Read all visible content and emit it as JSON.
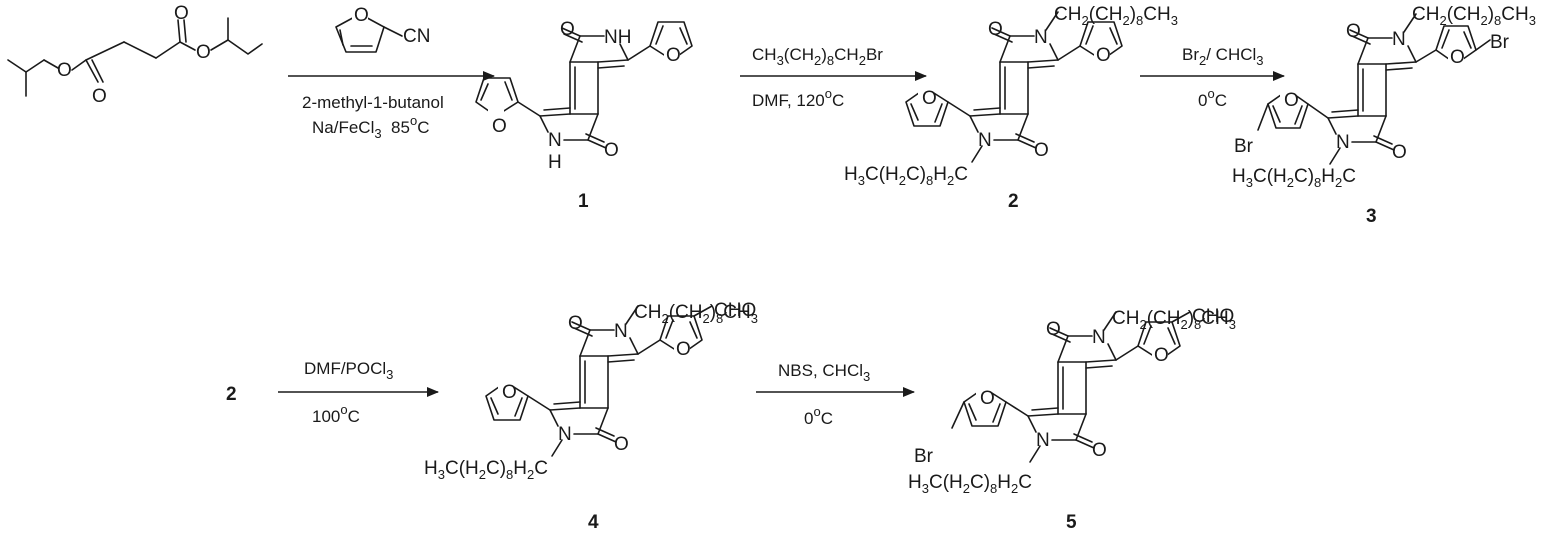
{
  "compounds": {
    "c1": {
      "number": "1",
      "atoms": {
        "o_top": "O",
        "nh_top": "NH",
        "nh_bot_n": "N",
        "nh_bot_h": "H",
        "o_bot": "O",
        "fur_o_left": "O",
        "fur_o_right": "O"
      }
    },
    "c2": {
      "number": "2",
      "atoms": {
        "o_top": "O",
        "n_top": "N",
        "n_bot": "N",
        "o_bot": "O",
        "fur_o_left": "O",
        "fur_o_right": "O"
      }
    },
    "c3": {
      "number": "3",
      "atoms": {
        "o_top": "O",
        "n_top": "N",
        "n_bot": "N",
        "o_bot": "O",
        "fur_o_left": "O",
        "fur_o_right": "O",
        "br_left": "Br",
        "br_right": "Br"
      }
    },
    "c4": {
      "number": "4",
      "atoms": {
        "o_top": "O",
        "n_top": "N",
        "n_bot": "N",
        "o_bot": "O",
        "fur_o_left": "O",
        "fur_o_right": "O",
        "cho": "CHO"
      }
    },
    "c5": {
      "number": "5",
      "atoms": {
        "o_top": "O",
        "n_top": "N",
        "n_bot": "N",
        "o_bot": "O",
        "fur_o_left": "O",
        "fur_o_right": "O",
        "cho": "CHO",
        "br_left": "Br"
      }
    }
  },
  "start_material": {
    "o1": "O",
    "o2": "O",
    "o3": "O",
    "o4": "O"
  },
  "reagent_furan": {
    "o": "O",
    "cn": "CN"
  },
  "alkyl": {
    "top_a": "CH",
    "top_b": "(CH",
    "top_c": ")",
    "top_d": "CH",
    "sub2": "2",
    "sub8": "8",
    "sub3": "3",
    "bot_a": "H",
    "bot_b": "C(H",
    "bot_c": "C)",
    "bot_d": "H",
    "bot_e": "C"
  },
  "reactions": [
    {
      "line1": "2-methyl-1-butanol",
      "line2_a": "Na/FeCl",
      "line2_sub": "3",
      "line2_b": "  85",
      "line2_sup": "o",
      "line2_c": "C"
    },
    {
      "line1_a": "CH",
      "line1_s1": "3",
      "line1_b": "(CH",
      "line1_s2": "2",
      "line1_c": ")",
      "line1_s3": "8",
      "line1_d": "CH",
      "line1_s4": "2",
      "line1_e": "Br",
      "line2_a": "DMF, 120",
      "line2_sup": "o",
      "line2_b": "C"
    },
    {
      "line1_a": "Br",
      "line1_s1": "2",
      "line1_b": "/ CHCl",
      "line1_s2": "3",
      "line2_a": "0",
      "line2_sup": "o",
      "line2_b": "C"
    },
    {
      "line1_a": "DMF/POCl",
      "line1_s1": "3",
      "line2_a": "100",
      "line2_sup": "o",
      "line2_b": "C"
    },
    {
      "line1_a": "NBS, CHCl",
      "line1_s1": "3",
      "line2_a": "0",
      "line2_sup": "o",
      "line2_b": "C"
    }
  ],
  "row2_start_label": "2"
}
